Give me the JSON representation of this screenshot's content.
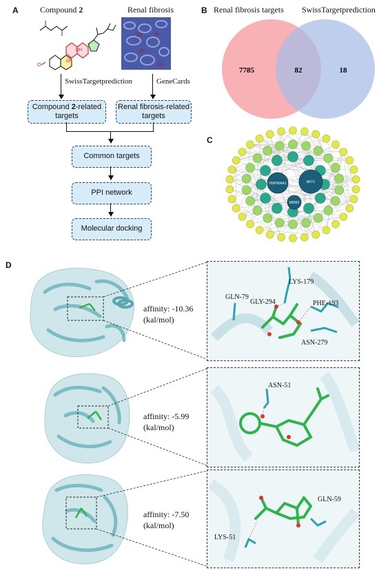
{
  "panels": {
    "a": "A",
    "b": "B",
    "c": "C",
    "d": "D"
  },
  "panel_a": {
    "compound_label_prefix": "Compound ",
    "compound_label_num": "2",
    "fibrosis_label": "Renal fibrosis",
    "swiss_label": "SwissTargetprediction",
    "genecards_label": "GeneCards",
    "box_compound_prefix": "Compound ",
    "box_compound_num": "2",
    "box_compound_suffix": "-related targets",
    "box_fibrosis": "Renal fibrosis-related targets",
    "box_common": "Common targets",
    "box_ppi": "PPI network",
    "box_docking": "Molecular docking"
  },
  "panel_b": {
    "left_title": "Renal fibrosis targets",
    "right_title": "SwissTargetprediction",
    "left_only": "7785",
    "overlap": "82",
    "right_only": "18",
    "left_color": "#f7a9ad",
    "right_color": "#a9bde6"
  },
  "panel_c": {
    "hub_nodes": [
      "HSP90AA1",
      "AKT1",
      "MDM2"
    ]
  },
  "panel_d": {
    "rows": [
      {
        "affinity_label": "affinity: -10.36",
        "unit": "(kal/mol)",
        "residues": [
          "LYS-179",
          "GLN-79",
          "GLY-294",
          "PHE-193",
          "ASN-279"
        ]
      },
      {
        "affinity_label": "affinity: -5.99",
        "unit": "(kal/mol)",
        "residues": [
          "ASN-51"
        ]
      },
      {
        "affinity_label": "affinity: -7.50",
        "unit": "(kal/mol)",
        "residues": [
          "GLN-59",
          "LYS-51"
        ]
      }
    ]
  }
}
